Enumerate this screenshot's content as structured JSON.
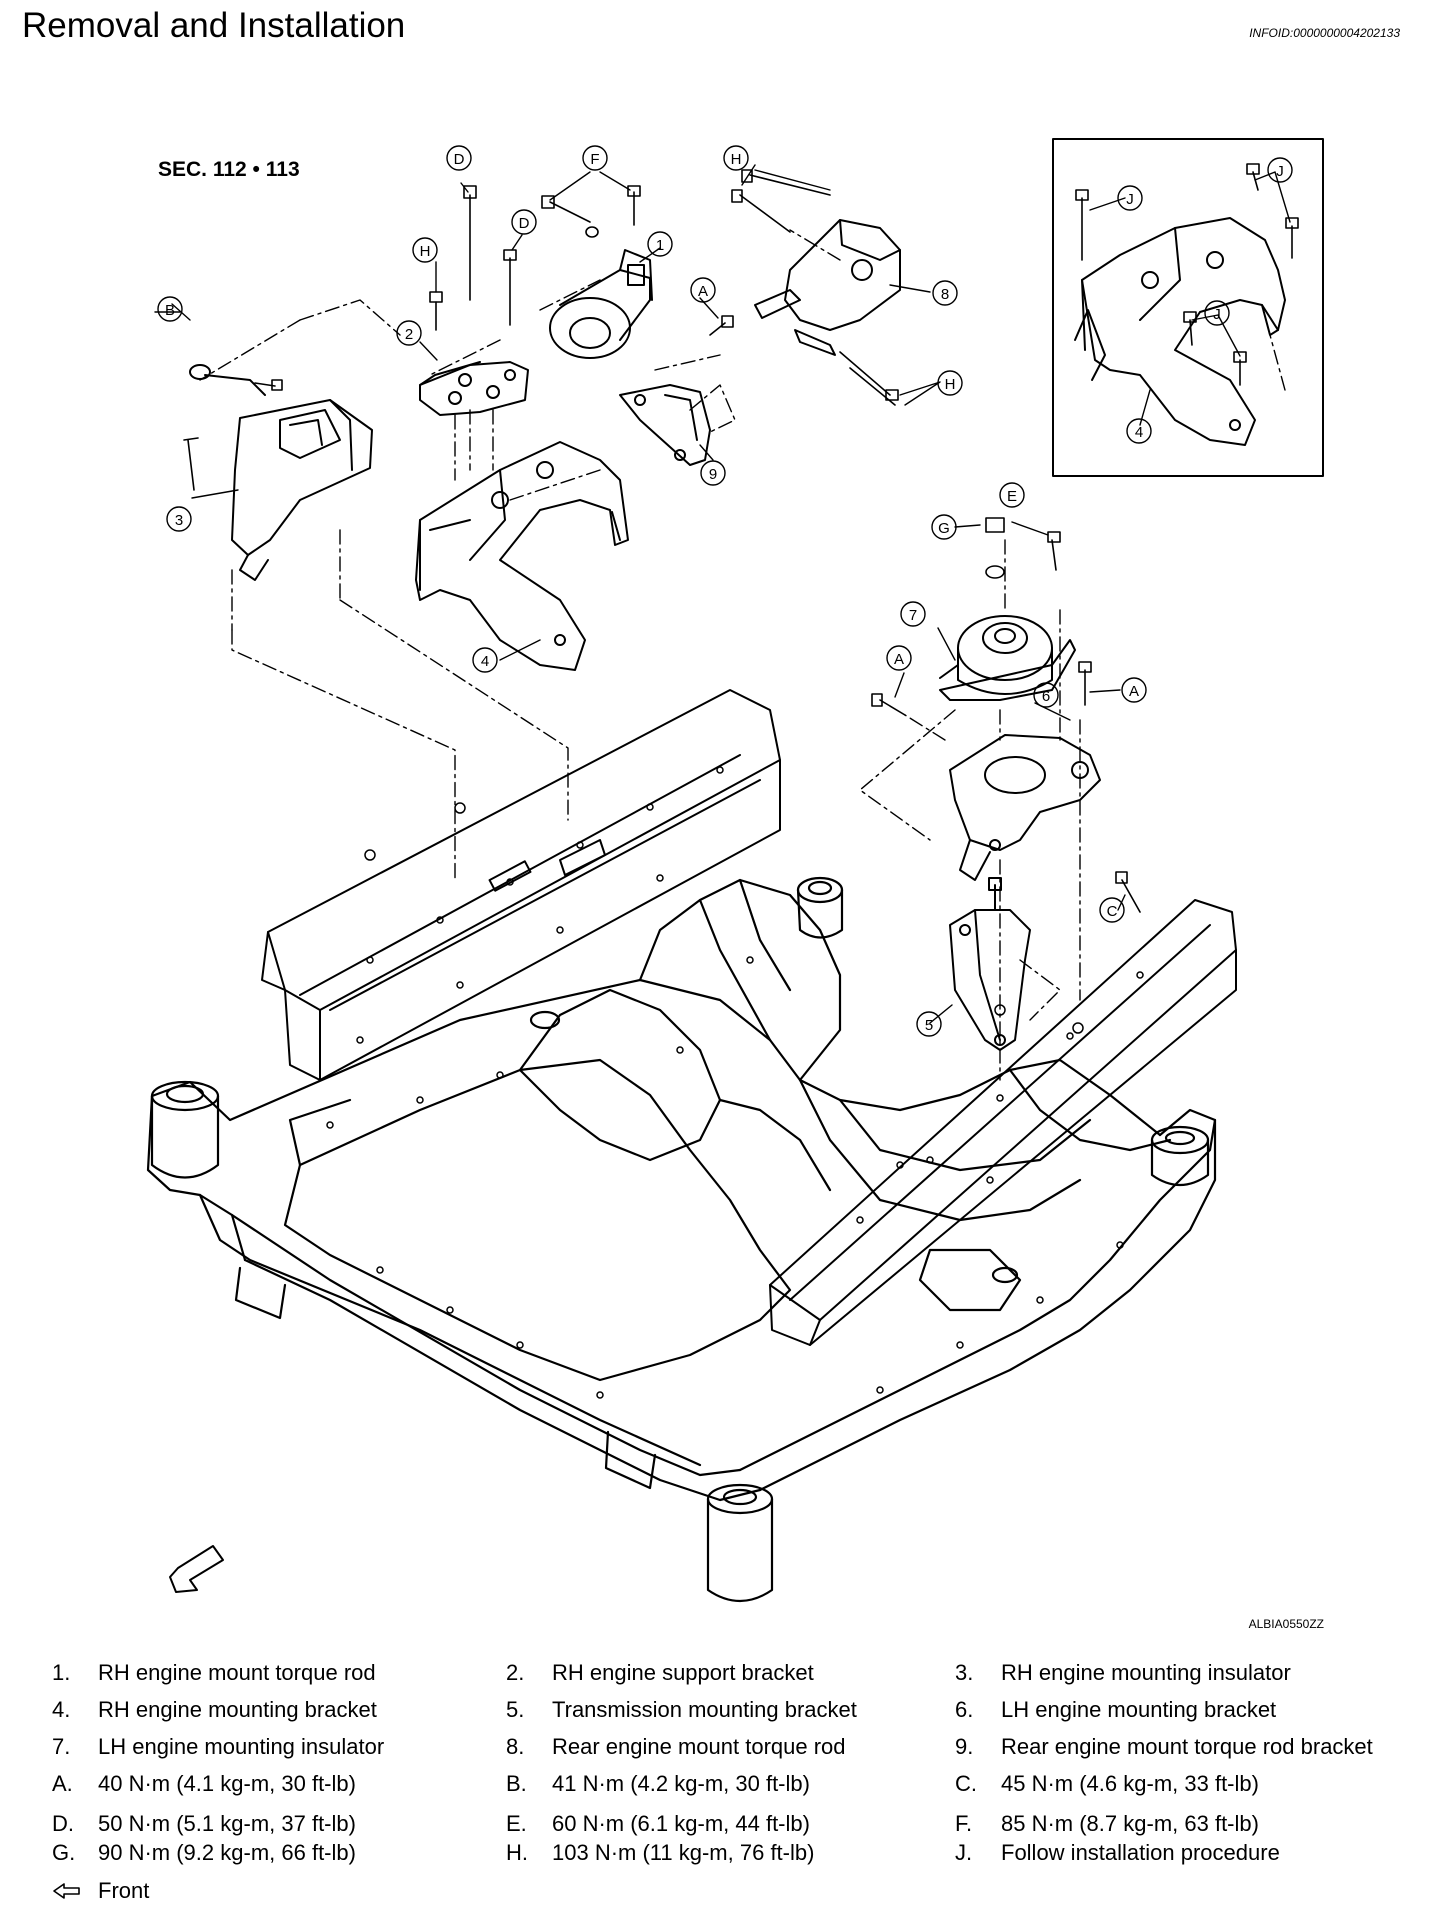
{
  "header": {
    "title": "Removal and Installation",
    "info_id": "INFOID:0000000004202133"
  },
  "figure": {
    "section": "SEC. 112 • 113",
    "figure_id": "ALBIA0550ZZ",
    "callouts": {
      "c1": "1",
      "c2": "2",
      "c3": "3",
      "c4a": "4",
      "c4b": "4",
      "c5": "5",
      "c6": "6",
      "c7": "7",
      "c8": "8",
      "c9": "9",
      "ca1": "A",
      "ca2": "A",
      "ca3": "A",
      "cb": "B",
      "cc": "C",
      "cd1": "D",
      "cd2": "D",
      "ce": "E",
      "cf": "F",
      "cg": "G",
      "ch1": "H",
      "ch2": "H",
      "ch3": "H",
      "cj1": "J",
      "cj2": "J",
      "cj3": "J"
    }
  },
  "legend": {
    "items": [
      {
        "key": "1.",
        "text": "RH engine mount torque rod"
      },
      {
        "key": "2.",
        "text": "RH engine support bracket"
      },
      {
        "key": "3.",
        "text": "RH engine mounting insulator"
      },
      {
        "key": "4.",
        "text": "RH engine mounting bracket"
      },
      {
        "key": "5.",
        "text": "Transmission mounting bracket"
      },
      {
        "key": "6.",
        "text": "LH engine mounting bracket"
      },
      {
        "key": "7.",
        "text": "LH engine mounting insulator"
      },
      {
        "key": "8.",
        "text": "Rear engine mount torque rod"
      },
      {
        "key": "9.",
        "text": "Rear engine mount torque rod bracket"
      },
      {
        "key": "A.",
        "text": "40 N·m (4.1 kg-m, 30 ft-lb)"
      },
      {
        "key": "B.",
        "text": "41 N·m (4.2 kg-m, 30 ft-lb)"
      },
      {
        "key": "C.",
        "text": "45 N·m (4.6 kg-m, 33 ft-lb)"
      },
      {
        "key": "D.",
        "text": "50 N·m (5.1 kg-m, 37 ft-lb)"
      },
      {
        "key": "E.",
        "text": "60 N·m (6.1 kg-m, 44 ft-lb)"
      },
      {
        "key": "F.",
        "text": "85 N·m (8.7 kg-m, 63 ft-lb)"
      },
      {
        "key": "G.",
        "text": "90 N·m (9.2 kg-m, 66 ft-lb)"
      },
      {
        "key": "H.",
        "text": "103 N·m (11 kg-m, 76 ft-lb)"
      },
      {
        "key": "J.",
        "text": "Follow installation procedure"
      }
    ],
    "front_label": "Front"
  }
}
